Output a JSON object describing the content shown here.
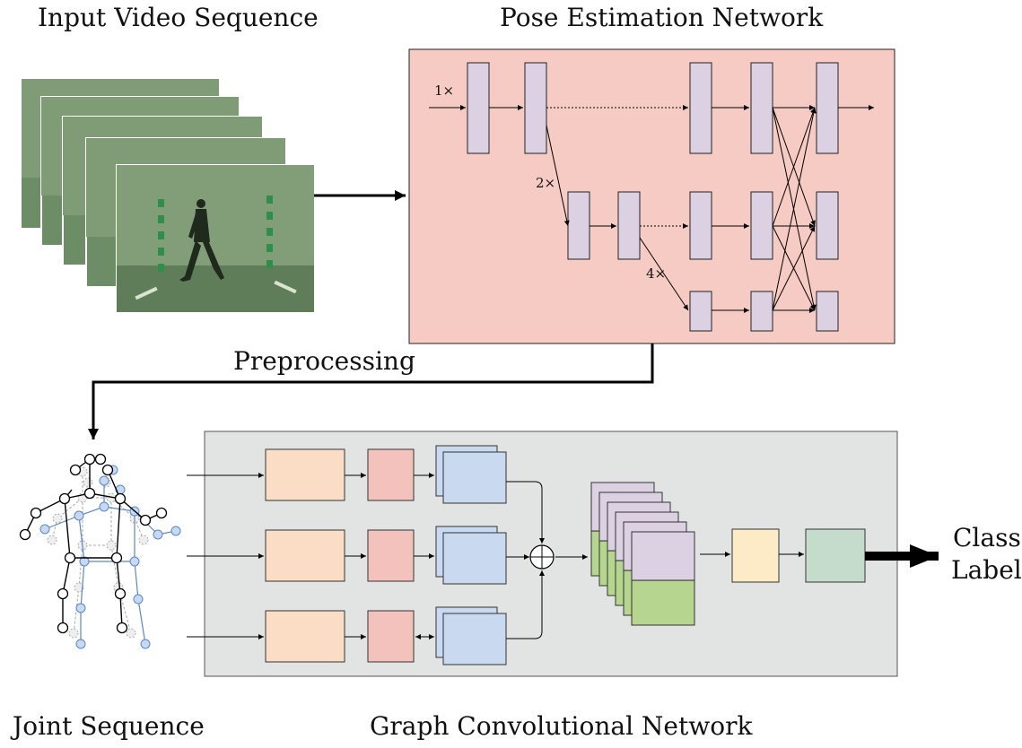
{
  "titles": {
    "input": "Input Video Sequence",
    "pose": "Pose Estimation Network",
    "preprocessing": "Preprocessing",
    "joint": "Joint Sequence",
    "gcn": "Graph Convolutional Network",
    "output_line1": "Class",
    "output_line2": "Label"
  },
  "pose_network": {
    "scale_labels": [
      "1×",
      "2×",
      "4×"
    ],
    "background_color": "#f6cbc4"
  },
  "gcn_network": {
    "background_color": "#e2e4e3",
    "block_colors": {
      "peach": "#fbdcc5",
      "red": "#f4c2bd",
      "blue": "#c9d9ef",
      "purple": "#dcd0e3",
      "green": "#b6d68f",
      "yellow": "#fdebc7",
      "teal": "#c5dccd"
    }
  },
  "video": {
    "frame_count": 5,
    "tint_color": "#6b8c66"
  }
}
